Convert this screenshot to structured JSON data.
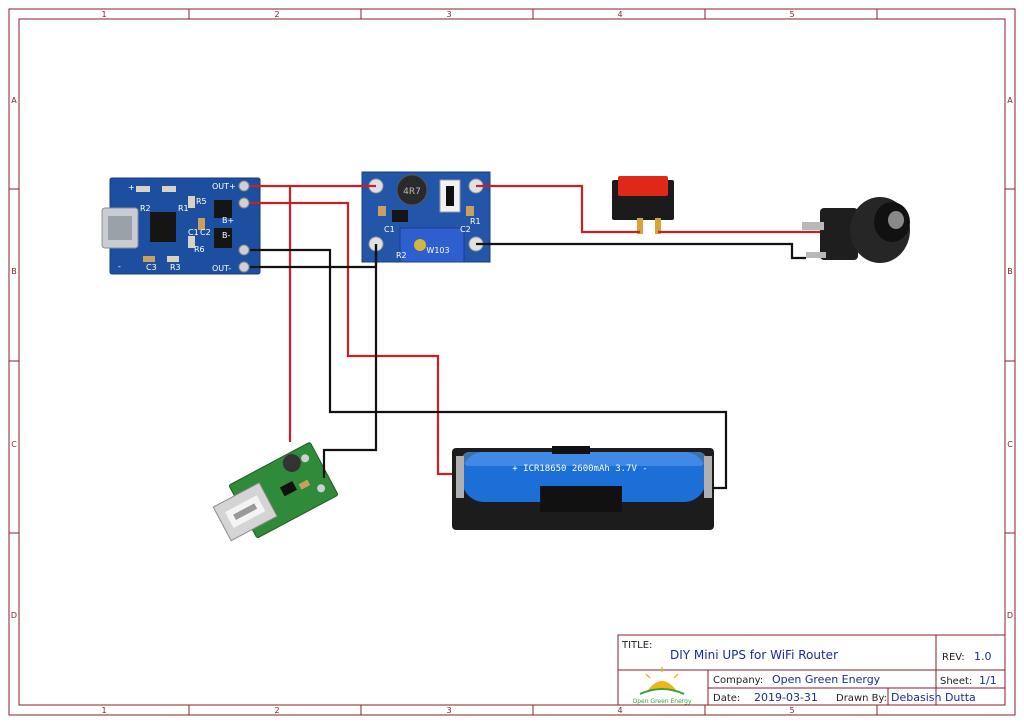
{
  "frame": {
    "columns": [
      "1",
      "2",
      "3",
      "4",
      "5"
    ],
    "rows": [
      "A",
      "B",
      "C",
      "D"
    ]
  },
  "charger_module": {
    "pins": [
      "OUT+",
      "B+",
      "B-",
      "OUT-"
    ],
    "labels": [
      "R2",
      "R1",
      "R5",
      "C1",
      "C2",
      "R6",
      "C3",
      "R3",
      "+",
      "-"
    ]
  },
  "boost_module": {
    "inductor_marking": "4R7",
    "pot_marking": "W103",
    "labels": [
      "C1",
      "C2",
      "R1",
      "R2"
    ]
  },
  "battery": {
    "label": "+ ICR18650 2600mAh 3.7V -"
  },
  "title_block": {
    "title_key": "TITLE:",
    "title": "DIY Mini UPS for WiFi Router",
    "rev_key": "REV:",
    "rev": "1.0",
    "company_key": "Company:",
    "company": "Open Green Energy",
    "sheet_key": "Sheet:",
    "sheet": "1/1",
    "date_key": "Date:",
    "date": "2019-03-31",
    "drawn_by_key": "Drawn By:",
    "drawn_by": "Debasish Dutta",
    "logo_text": "Open Green Energy"
  },
  "colors": {
    "frame": "#8a1f2a",
    "wire_positive": "#cc1f24",
    "wire_negative": "#111111",
    "pcb_blue": "#1d4fa0",
    "pcb_green": "#2f8a3a",
    "battery_cell": "#1c6fd6"
  }
}
